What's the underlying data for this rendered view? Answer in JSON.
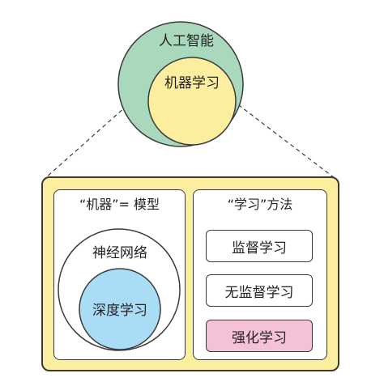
{
  "diagram": {
    "ai_label": "人工智能",
    "ml_label": "机器学习",
    "left_panel": {
      "title": "“机器”= 模型",
      "outer_label": "神经网络",
      "inner_label": "深度学习"
    },
    "right_panel": {
      "title": "“学习”方法",
      "methods": [
        "监督学习",
        "无监督学习",
        "强化学习"
      ]
    }
  },
  "colors": {
    "ai_circle": "#a9d8bd",
    "ml_circle": "#fbef9f",
    "frame_fill": "#fbef9f",
    "deep_learning_circle": "#a9dcf5",
    "highlight_method": "#f5c1d9",
    "stroke": "#3a3a3a"
  }
}
